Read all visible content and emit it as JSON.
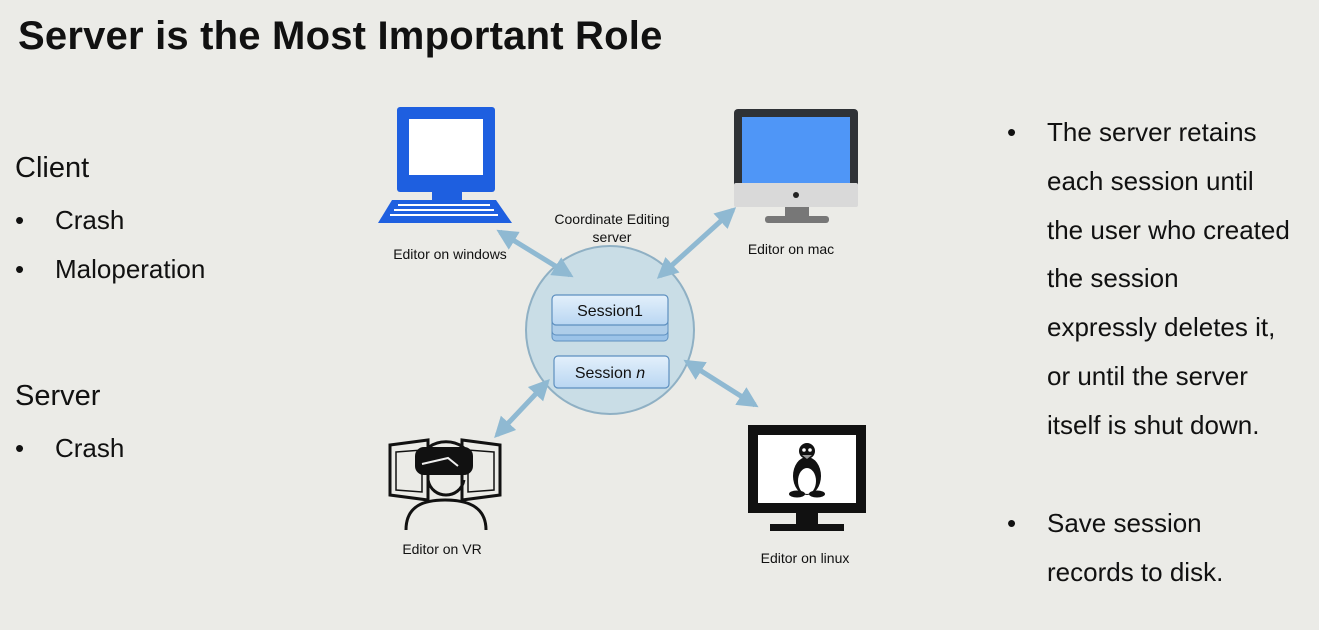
{
  "title": "Server is the Most Important Role",
  "client": {
    "heading": "Client",
    "items": [
      "Crash",
      "Maloperation"
    ]
  },
  "server": {
    "heading": "Server",
    "items": [
      "Crash"
    ]
  },
  "bullet_glyph": "•",
  "diagram": {
    "center_label_line1": "Coordinate Editing",
    "center_label_line2": "server",
    "session1": "Session1",
    "session_n_prefix": "Session ",
    "session_n_var": "n",
    "editor_windows": "Editor on windows",
    "editor_mac": "Editor on mac",
    "editor_vr": "Editor on VR",
    "editor_linux": "Editor on linux",
    "colors": {
      "server_circle": "#c9dde6",
      "session_fill": "#cfe3f7",
      "arrow": "#8fb9d2",
      "windows_blue": "#1e5fe0",
      "mac_blue": "#4f96f7"
    }
  },
  "right_notes": [
    "The server retains\neach session until\nthe user who created\nthe session\nexpressly deletes it,\nor until the server\nitself is shut down.",
    "Save session\nrecords to disk."
  ]
}
